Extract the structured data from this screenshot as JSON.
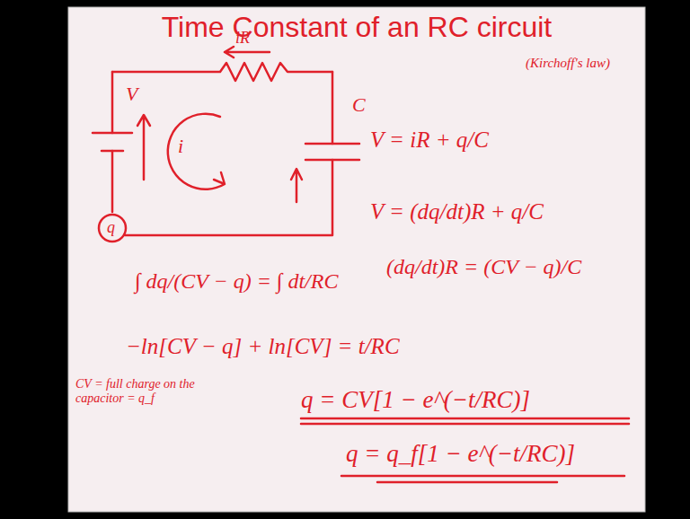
{
  "diagram": {
    "title": "Time Constant of an RC circuit",
    "labels": [
      "iR",
      "V",
      "i",
      "C",
      "(Kirchoff's law)",
      "V = iR + q/C",
      "V = (dq/dt)R + q/C",
      "(dq/dt)R = (CV − q)/C",
      "∫ dq/(CV − q) = ∫ dt/RC",
      "−ln[CV − q] + ln[CV] = t/RC",
      "q = CV[1 − e^(−t/RC)]",
      "CV = full charge on the capacitor = q_f",
      "q = q_f[1 − e^(−t/RC)]",
      "q"
    ]
  }
}
